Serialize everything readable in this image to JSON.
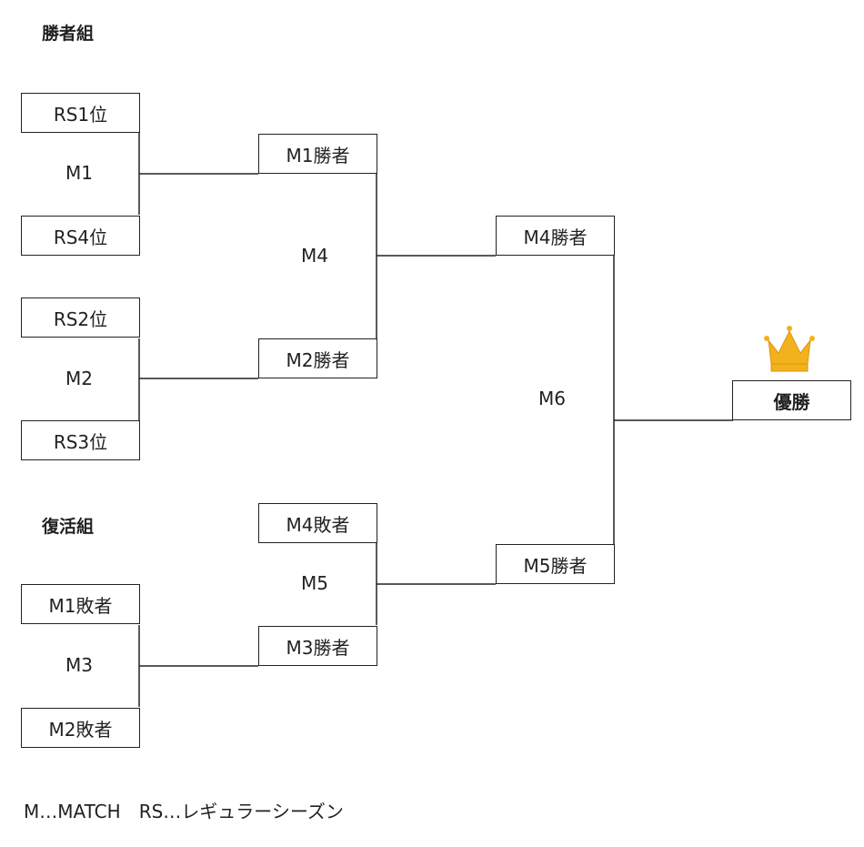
{
  "winners_section_title": "勝者組",
  "losers_section_title": "復活組",
  "boxes": {
    "rs1": "RS1位",
    "rs4": "RS4位",
    "rs2": "RS2位",
    "rs3": "RS3位",
    "m1_winner": "M1勝者",
    "m2_winner": "M2勝者",
    "m4_winner": "M4勝者",
    "m1_loser": "M1敗者",
    "m2_loser": "M2敗者",
    "m4_loser": "M4敗者",
    "m3_winner": "M3勝者",
    "m5_winner": "M5勝者",
    "champion": "優勝"
  },
  "matches": {
    "m1": "M1",
    "m2": "M2",
    "m3": "M3",
    "m4": "M4",
    "m5": "M5",
    "m6": "M6"
  },
  "legend": "M…MATCH　RS…レギュラーシーズン",
  "colors": {
    "line": "#222222",
    "crown": "#f2b21c",
    "crown_dark": "#d9960f"
  },
  "icons": {
    "champion": "crown-icon"
  }
}
